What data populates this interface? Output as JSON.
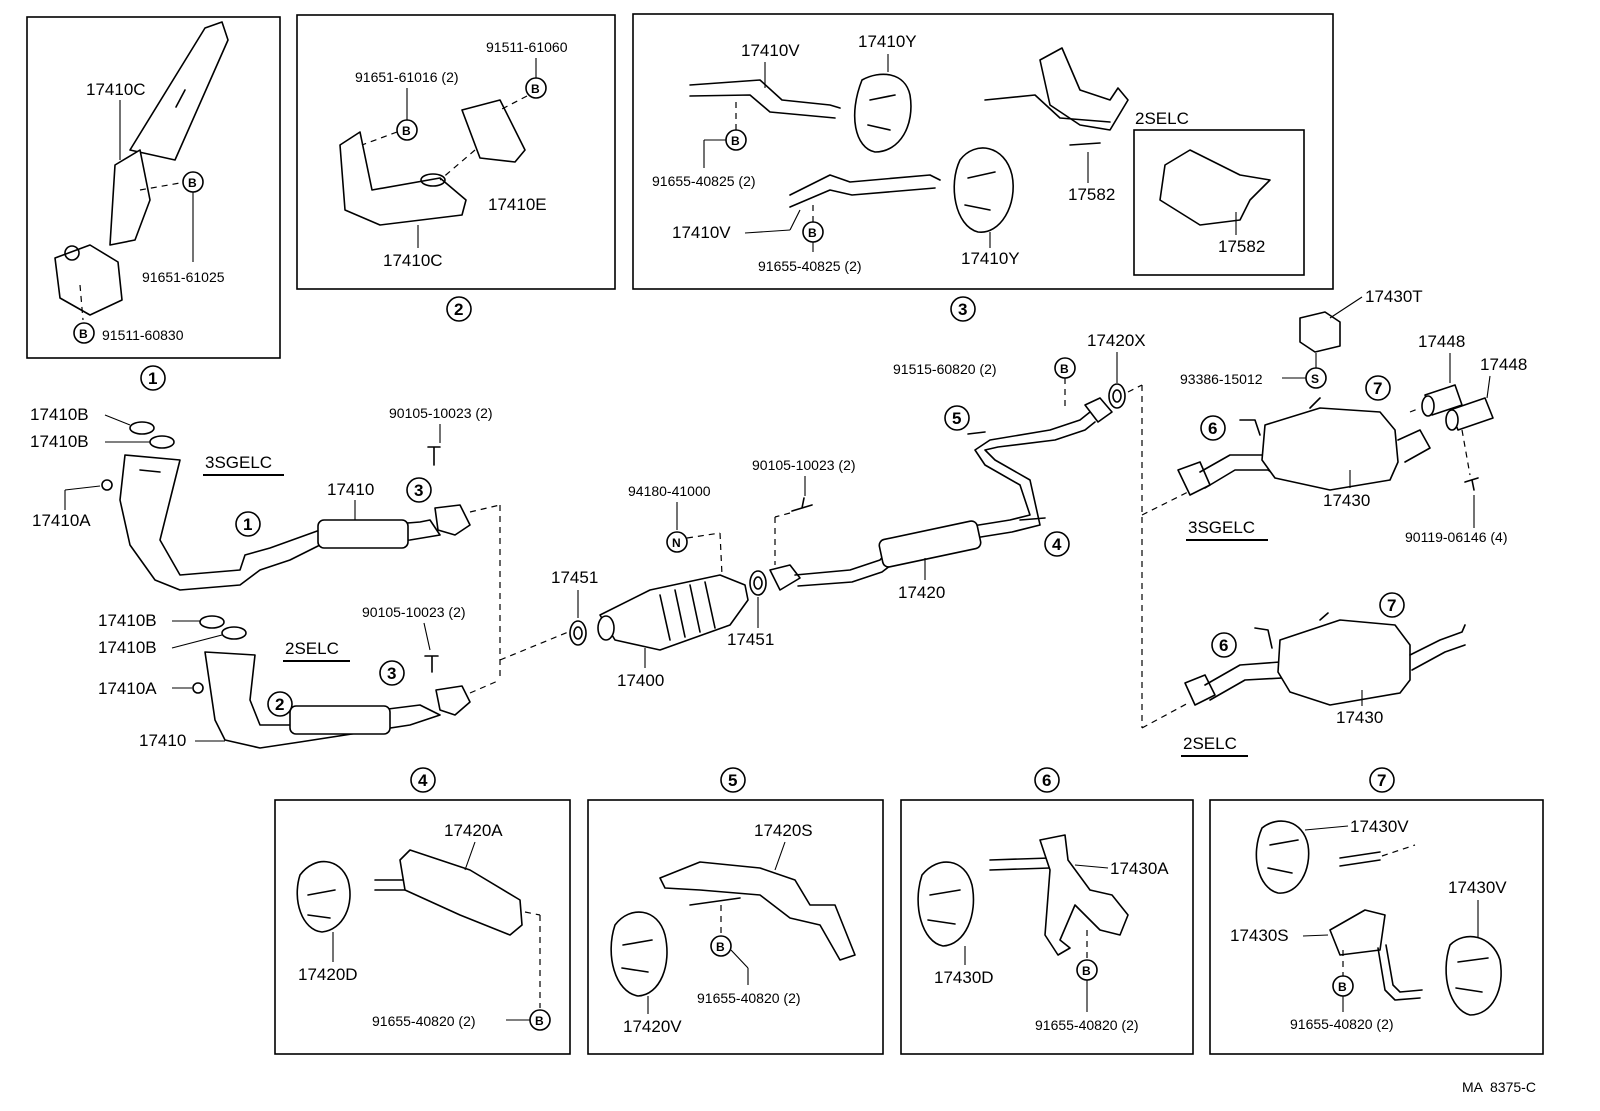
{
  "diagram": {
    "ref_code": "MA  8375-C",
    "variants": {
      "sgelc3": "3SGELC",
      "selc2": "2SELC"
    },
    "circled": {
      "c1": "1",
      "c2": "2",
      "c3": "3",
      "c4": "4",
      "c5": "5",
      "c6": "6",
      "c7": "7"
    },
    "symbols": {
      "b": "B",
      "n": "N",
      "s": "S"
    },
    "parts": {
      "p17410C": "17410C",
      "p17410E": "17410E",
      "p17410V": "17410V",
      "p17410Y": "17410Y",
      "p17582": "17582",
      "p17410B": "17410B",
      "p17410A": "17410A",
      "p17410": "17410",
      "p17400": "17400",
      "p17451": "17451",
      "p17420": "17420",
      "p17420X": "17420X",
      "p17430T": "17430T",
      "p17448": "17448",
      "p17430": "17430",
      "p17420A": "17420A",
      "p17420D": "17420D",
      "p17420S": "17420S",
      "p17420V": "17420V",
      "p17430A": "17430A",
      "p17430D": "17430D",
      "p17430V": "17430V",
      "p17430S": "17430S"
    },
    "fasteners": {
      "f91651_61025": "91651-61025",
      "f91511_60830": "91511-60830",
      "f91651_61016": "91651-61016 (2)",
      "f91511_61060": "91511-61060",
      "f91655_40825": "91655-40825 (2)",
      "f90105_10023": "90105-10023 (2)",
      "f94180_41000": "94180-41000",
      "f91515_60820": "91515-60820 (2)",
      "f93386_15012": "93386-15012",
      "f90119_06146": "90119-06146 (4)",
      "f91655_40820": "91655-40820 (2)"
    }
  }
}
